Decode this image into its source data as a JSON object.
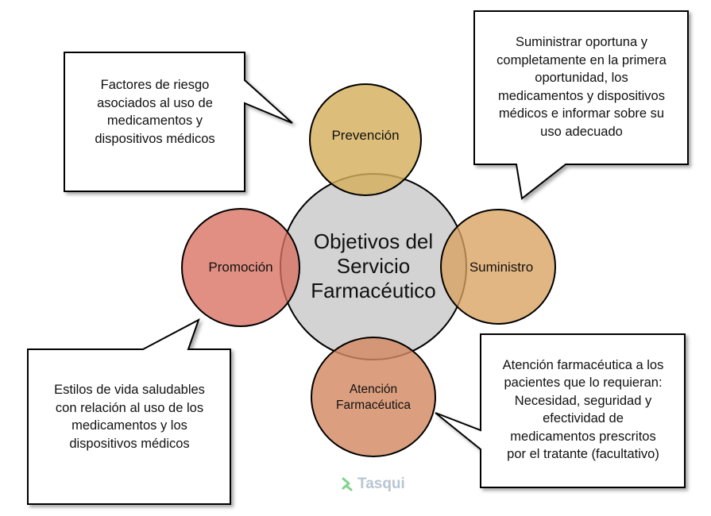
{
  "center": {
    "title_lines": [
      "Objetivos del",
      "Servicio",
      "Farmacéutico"
    ]
  },
  "nodes": {
    "prevencion": {
      "label": "Prevención",
      "color": "#d4af5c"
    },
    "suministro": {
      "label": "Suministro",
      "color": "#d8a15f"
    },
    "promocion": {
      "label": "Promoción",
      "color": "#d9705f"
    },
    "atencion": {
      "label_lines": [
        "Atención",
        "Farmacéutica"
      ],
      "color": "#d38a63"
    }
  },
  "callouts": {
    "riesgo": {
      "lines": [
        "Factores de riesgo",
        "asociados al uso de",
        "medicamentos y",
        "dispositivos médicos"
      ]
    },
    "suministrar": {
      "lines": [
        "Suministrar oportuna y",
        "completamente en la primera",
        "oportunidad, los",
        "medicamentos y dispositivos",
        "médicos e informar sobre su",
        "uso adecuado"
      ]
    },
    "estilos": {
      "lines": [
        "Estilos de vida saludables",
        "con relación al uso de los",
        "medicamentos y los",
        "dispositivos médicos"
      ]
    },
    "atencion": {
      "lines": [
        "Atención farmacéutica a los",
        "pacientes que lo requieran:",
        "Necesidad, seguridad y",
        "efectividad de",
        "medicamentos prescritos",
        "por el tratante (facultativo)"
      ]
    }
  },
  "center_color": "#d3d3d3",
  "watermark": {
    "text": "Tasqui",
    "color": "#b8c5d2",
    "icon": "tasqui-check-icon"
  }
}
